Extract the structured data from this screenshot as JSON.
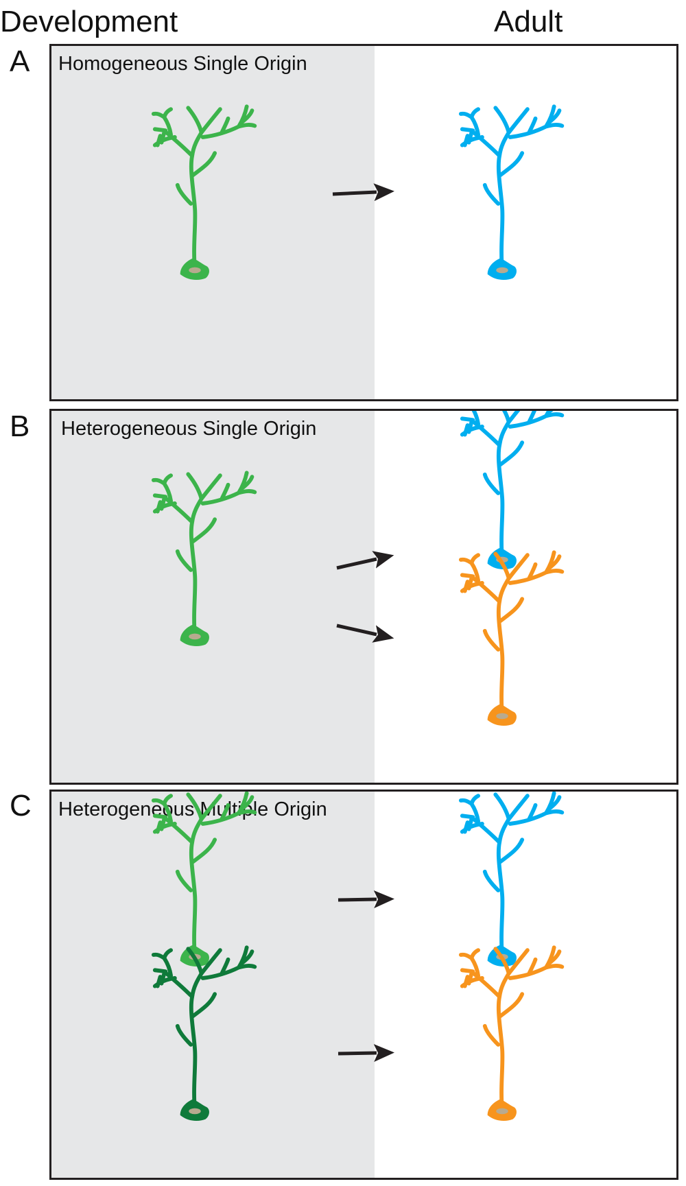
{
  "headers": {
    "development": "Development",
    "adult": "Adult"
  },
  "colors": {
    "development_bg": "#e6e7e8",
    "green_light": "#3cb44b",
    "green_dark": "#0f7a3a",
    "blue": "#00aeef",
    "orange": "#f7941d",
    "nucleus": "#b8aa8f",
    "arrow": "#231f20"
  },
  "panels": [
    {
      "letter": "A",
      "title": "Homogeneous Single Origin",
      "development": [
        "green_light"
      ],
      "adult": [
        "blue"
      ]
    },
    {
      "letter": "B",
      "title": "Heterogeneous Single Origin",
      "development": [
        "green_light"
      ],
      "adult": [
        "blue",
        "orange"
      ]
    },
    {
      "letter": "C",
      "title": "Heterogeneous Multiple Origin",
      "development": [
        "green_light",
        "green_dark"
      ],
      "adult": [
        "blue",
        "orange"
      ]
    }
  ]
}
